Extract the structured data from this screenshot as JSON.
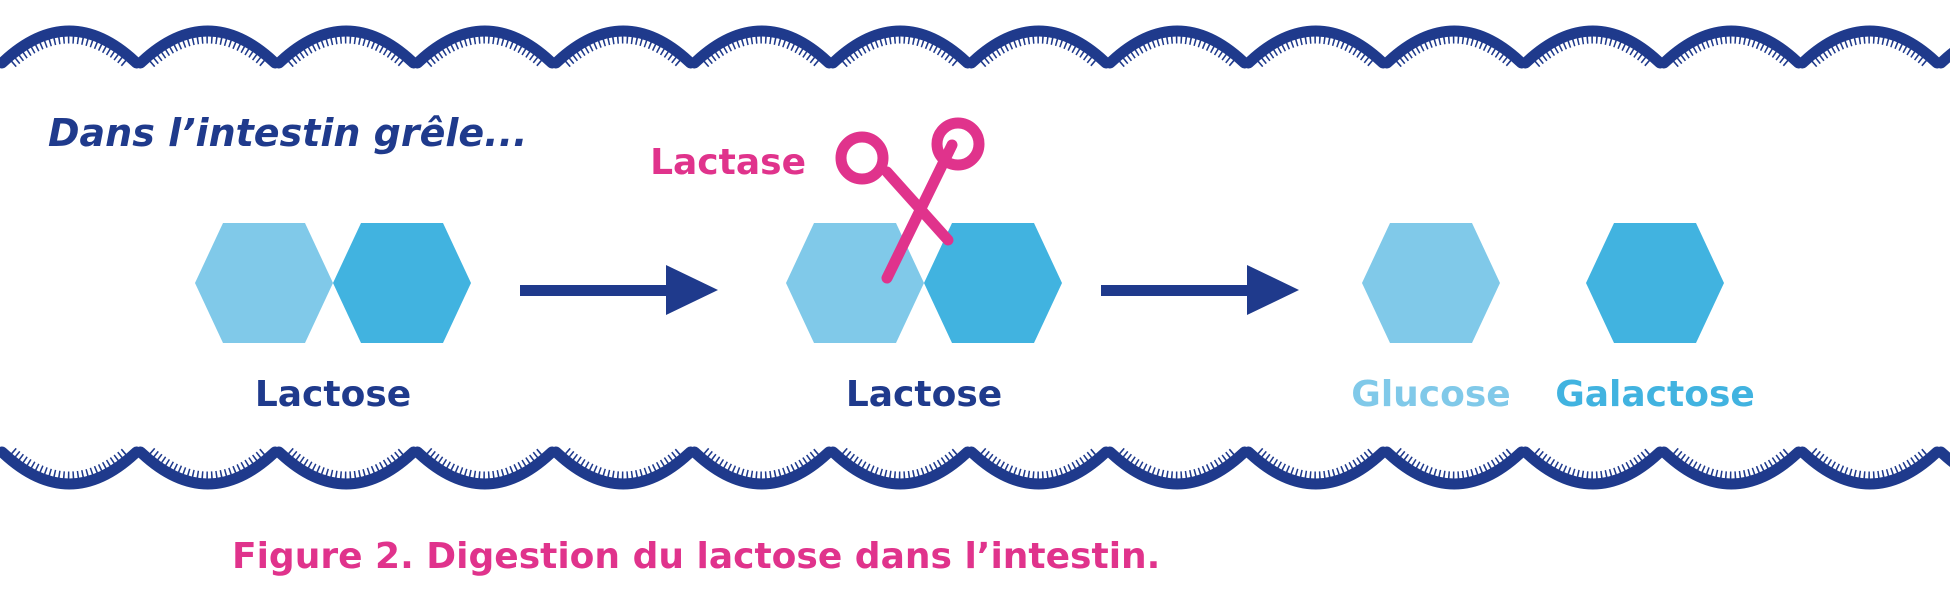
{
  "heading": "Dans l’intestin grêle...",
  "enzyme_label": "Lactase",
  "labels": {
    "lactose_1": "Lactose",
    "lactose_2": "Lactose",
    "glucose": "Glucose",
    "galactose": "Galactose"
  },
  "caption": "Figure 2. Digestion du lactose dans l’intestin.",
  "icons": [
    "scissors-icon",
    "arrow-right-icon"
  ],
  "colors": {
    "dark_blue": "#1f3a8c",
    "glucose_blue": "#80c9e9",
    "galactose_blue": "#41b3e0",
    "magenta": "#e0338c",
    "background": "#ffffff"
  }
}
